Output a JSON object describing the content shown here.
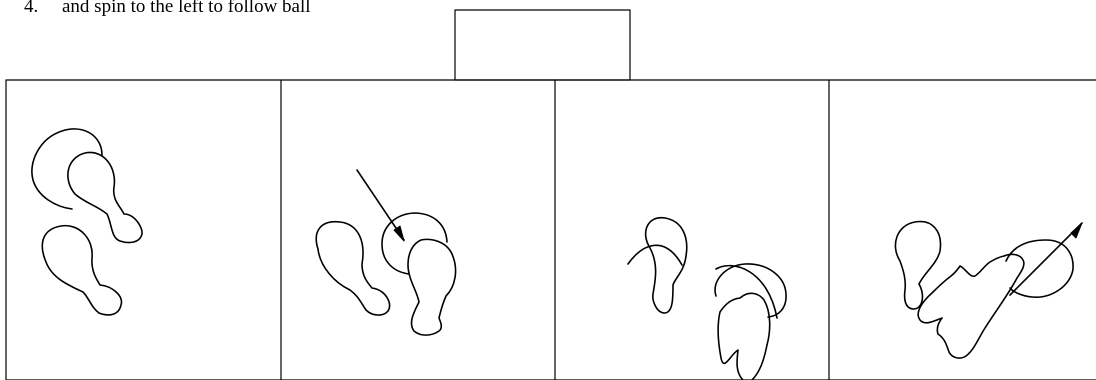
{
  "caption": {
    "number": "4.",
    "text": "and spin to the left to follow ball"
  },
  "panels": [
    {
      "id": "panel-1",
      "shows": "two-footprints"
    },
    {
      "id": "panel-2",
      "shows": "footprints-with-ball-and-arrow"
    },
    {
      "id": "panel-3",
      "shows": "spinning-feet-with-ball"
    },
    {
      "id": "panel-4",
      "shows": "foot-spin-with-ball-and-arrow"
    }
  ],
  "colors": {
    "stroke": "#000000",
    "background": "#ffffff"
  }
}
